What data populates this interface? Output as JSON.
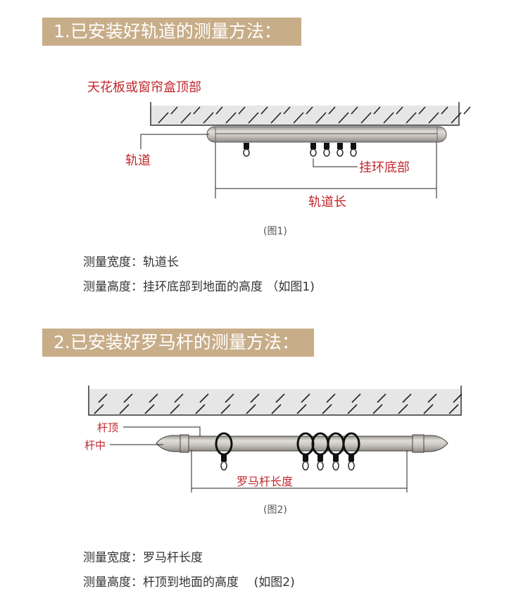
{
  "section1": {
    "title": "1.已安装好轨道的测量方法：",
    "labels": {
      "ceiling": "天花板或窗帘盒顶部",
      "track": "轨道",
      "ring_bottom": "挂环底部",
      "track_length": "轨道长"
    },
    "caption": "(图1)",
    "lines": [
      "测量宽度：轨道长",
      "测量高度：挂环底部到地面的高度 （如图1)"
    ]
  },
  "section2": {
    "title": "2.已安装好罗马杆的测量方法：",
    "labels": {
      "rod_top": "杆顶",
      "rod_middle": "杆中",
      "rod_length": "罗马杆长度"
    },
    "caption": "(图2)",
    "lines": [
      "测量宽度：罗马杆长度",
      "测量高度：杆顶到地面的高度    (如图2)"
    ]
  },
  "colors": {
    "banner": "#c8ad89",
    "label": "#c0272d"
  }
}
